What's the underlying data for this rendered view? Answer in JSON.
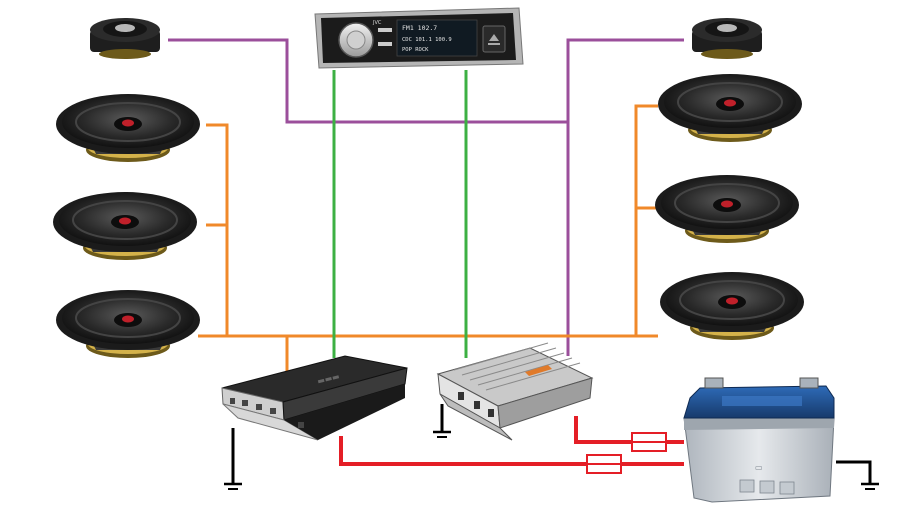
{
  "head_unit": {
    "icon": "car-stereo-icon",
    "display_lines": [
      "FM1 102.7",
      "CDC 101.1  100.9",
      "POP ROCK"
    ],
    "side_label": "JVC"
  },
  "wiring": {
    "tweeter_wire_color": "#9b4f9b",
    "woofer_wire_color": "#f0892a",
    "signal_wire_color": "#3cb043",
    "power_wire_color": "#e41e26",
    "ground_color": "#000000"
  },
  "components": {
    "amplifiers": [
      {
        "name": "amplifier-left",
        "icon": "amplifier-icon"
      },
      {
        "name": "amplifier-right",
        "icon": "amplifier-icon"
      }
    ],
    "battery": {
      "icon": "battery-icon",
      "case_color": "#c7ccd2",
      "lid_color": "#1f4f8f"
    },
    "fuses": [
      {
        "icon": "fuse-icon"
      },
      {
        "icon": "fuse-icon"
      }
    ],
    "tweeters": [
      {
        "icon": "tweeter-icon"
      },
      {
        "icon": "tweeter-icon"
      }
    ],
    "woofers": [
      {
        "icon": "speaker-icon"
      },
      {
        "icon": "speaker-icon"
      },
      {
        "icon": "speaker-icon"
      },
      {
        "icon": "speaker-icon"
      },
      {
        "icon": "speaker-icon"
      },
      {
        "icon": "speaker-icon"
      }
    ],
    "grounds": [
      {
        "icon": "ground-icon"
      },
      {
        "icon": "ground-icon"
      },
      {
        "icon": "ground-icon"
      }
    ]
  }
}
